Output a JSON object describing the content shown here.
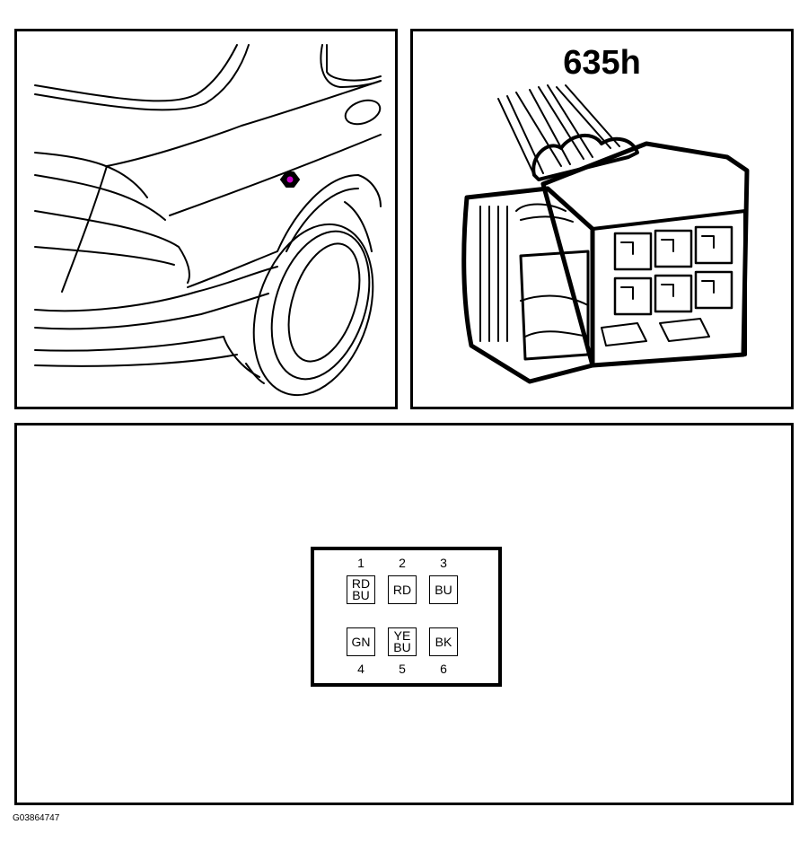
{
  "connector": {
    "title": "635h"
  },
  "pinout": {
    "top_numbers": [
      "1",
      "2",
      "3"
    ],
    "bottom_numbers": [
      "4",
      "5",
      "6"
    ],
    "top_pins": [
      "RD\nBU",
      "RD",
      "BU"
    ],
    "bottom_pins": [
      "GN",
      "YE\nBU",
      "BK"
    ]
  },
  "location_marker_color": "#cc00cc",
  "figure_code": "G03864747"
}
